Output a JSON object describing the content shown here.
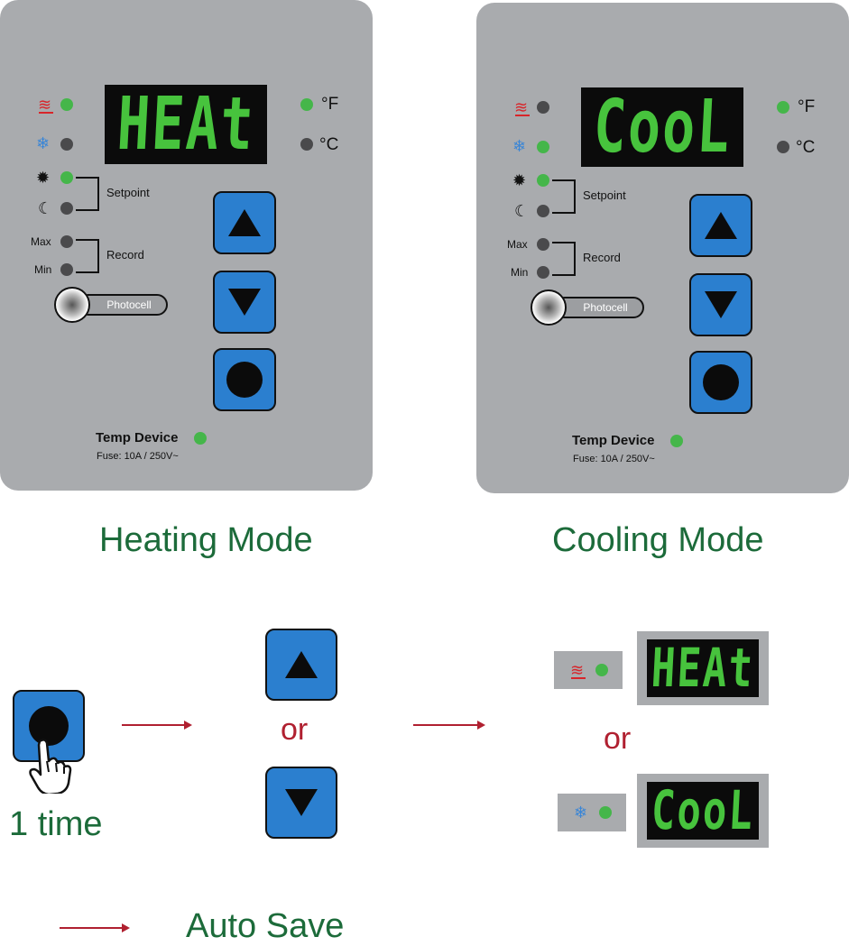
{
  "heating_panel": {
    "display": "HEAt",
    "unit_f": "°F",
    "unit_c": "°C",
    "setpoint_label": "Setpoint",
    "max_label": "Max",
    "min_label": "Min",
    "record_label": "Record",
    "photocell_label": "Photocell",
    "device_label": "Temp Device",
    "fuse_label": "Fuse: 10A / 250V~"
  },
  "cooling_panel": {
    "display": "CooL",
    "unit_f": "°F",
    "unit_c": "°C",
    "setpoint_label": "Setpoint",
    "max_label": "Max",
    "min_label": "Min",
    "record_label": "Record",
    "photocell_label": "Photocell",
    "device_label": "Temp Device",
    "fuse_label": "Fuse: 10A / 250V~"
  },
  "captions": {
    "heating": "Heating Mode",
    "cooling": "Cooling Mode"
  },
  "instructions": {
    "press_count": "1 time",
    "or_1": "or",
    "or_2": "or",
    "result_heat_display": "HEAt",
    "result_cool_display": "CooL",
    "legend_label": "Auto Save"
  },
  "icons": {
    "heat": "heat-icon",
    "snow": "snowflake-icon",
    "sun": "sun-icon",
    "moon": "moon-icon",
    "up": "arrow-up-icon",
    "down": "arrow-down-icon",
    "set": "set-button-dot-icon",
    "hand": "hand-pointer-icon"
  },
  "colors": {
    "panel": "#a9abae",
    "button": "#2b7fcf",
    "led_on": "#45b64a",
    "led_off": "#4a4a4c",
    "lcd_text": "#47c33d",
    "caption": "#1c6b3a",
    "arrow": "#b02030"
  }
}
